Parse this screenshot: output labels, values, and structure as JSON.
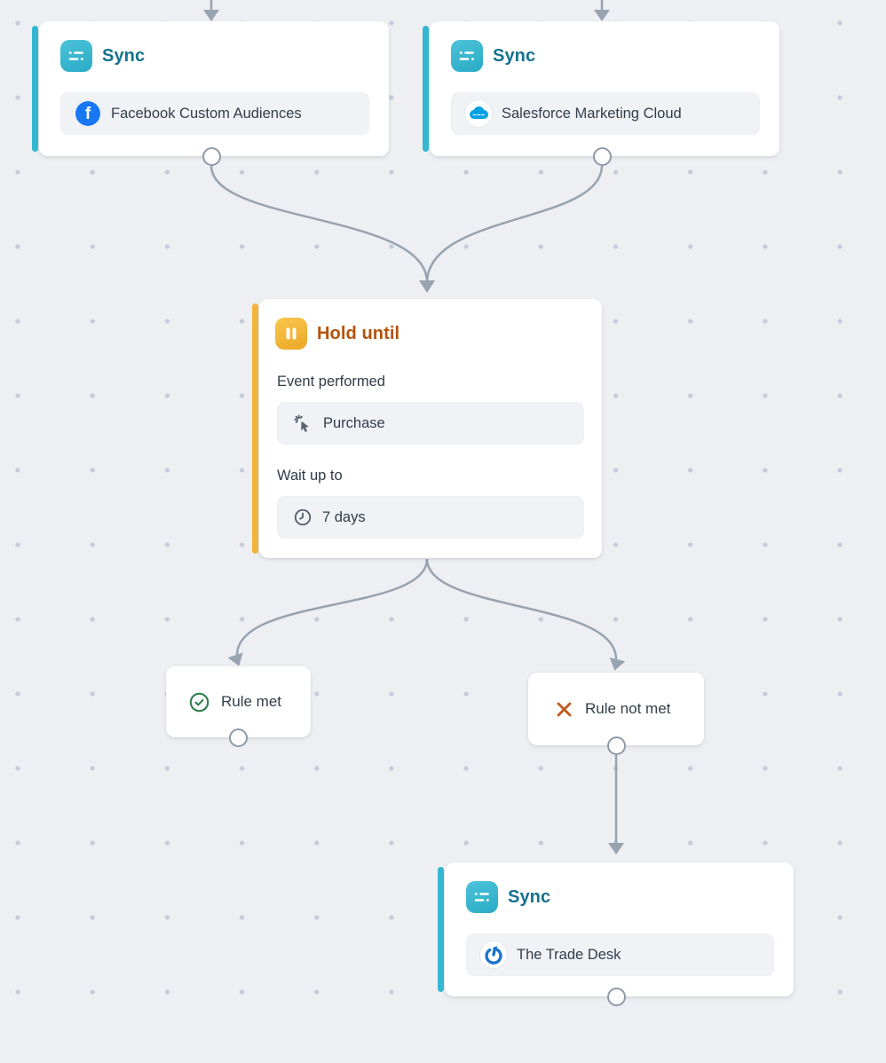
{
  "canvas": {
    "background": "#edeff3",
    "dot_color": "#c6ccd7",
    "line_color": "#98a3b0"
  },
  "nodes": {
    "sync_facebook": {
      "type_label": "Sync",
      "destination": "Facebook Custom Audiences",
      "accent": "#35b7d0",
      "title_color": "#15718f",
      "icon": "sync-icon",
      "destination_icon": "facebook-icon"
    },
    "sync_salesforce": {
      "type_label": "Sync",
      "destination": "Salesforce Marketing Cloud",
      "accent": "#35b7d0",
      "title_color": "#15718f",
      "icon": "sync-icon",
      "destination_icon": "salesforce-icon"
    },
    "hold_until": {
      "type_label": "Hold until",
      "accent": "#f2b43a",
      "title_color": "#b45309",
      "icon": "pause-icon",
      "fields": [
        {
          "label": "Event performed",
          "value": "Purchase",
          "icon": "cursor-click-icon"
        },
        {
          "label": "Wait up to",
          "value": "7 days",
          "icon": "clock-icon"
        }
      ]
    },
    "rule_met": {
      "label": "Rule met",
      "icon": "check-circle-icon",
      "icon_color": "#2e7d4c"
    },
    "rule_not_met": {
      "label": "Rule not met",
      "icon": "x-icon",
      "icon_color": "#c0571c"
    },
    "sync_tradedesk": {
      "type_label": "Sync",
      "destination": "The Trade Desk",
      "accent": "#35b7d0",
      "title_color": "#15718f",
      "icon": "sync-icon",
      "destination_icon": "tradedesk-icon"
    }
  },
  "brand_colors": {
    "facebook": "#1877f2",
    "salesforce": "#00a1e0",
    "tradedesk": "#1a73cf"
  }
}
